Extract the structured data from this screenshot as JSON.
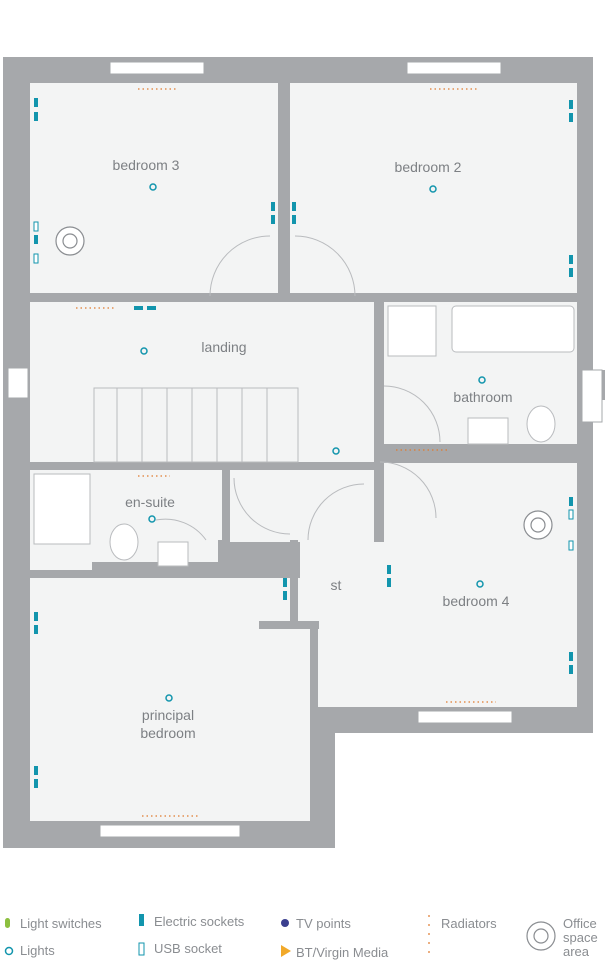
{
  "rooms": {
    "bedroom3": "bedroom 3",
    "bedroom2": "bedroom 2",
    "landing": "landing",
    "bathroom": "bathroom",
    "ensuite": "en-suite",
    "store": "st",
    "bedroom4": "bedroom 4",
    "principal_line1": "principal",
    "principal_line2": "bedroom"
  },
  "legend": {
    "light_switches": "Light switches",
    "lights": "Lights",
    "electric_sockets": "Electric sockets",
    "usb_socket": "USB socket",
    "tv_points": "TV points",
    "bt_virgin": "BT/Virgin Media",
    "radiators": "Radiators",
    "office_line1": "Office",
    "office_line2": "space",
    "office_line3": "area"
  },
  "colors": {
    "wall": "#a6a8ab",
    "floor": "#f3f4f4",
    "socket": "#1295ad",
    "light": "#1295ad",
    "radiator": "#e07a2e",
    "switch": "#8cbf3f",
    "tv": "#3b3f8f",
    "bt": "#f1a92a",
    "arrow": "#b9bbbe"
  },
  "icons": {
    "light_switch": "light-switch-icon",
    "light": "light-icon",
    "socket": "electric-socket-icon",
    "usb": "usb-socket-icon",
    "tv": "tv-point-icon",
    "bt": "bt-virgin-icon",
    "radiator": "radiator-icon",
    "office": "office-chair-icon"
  }
}
